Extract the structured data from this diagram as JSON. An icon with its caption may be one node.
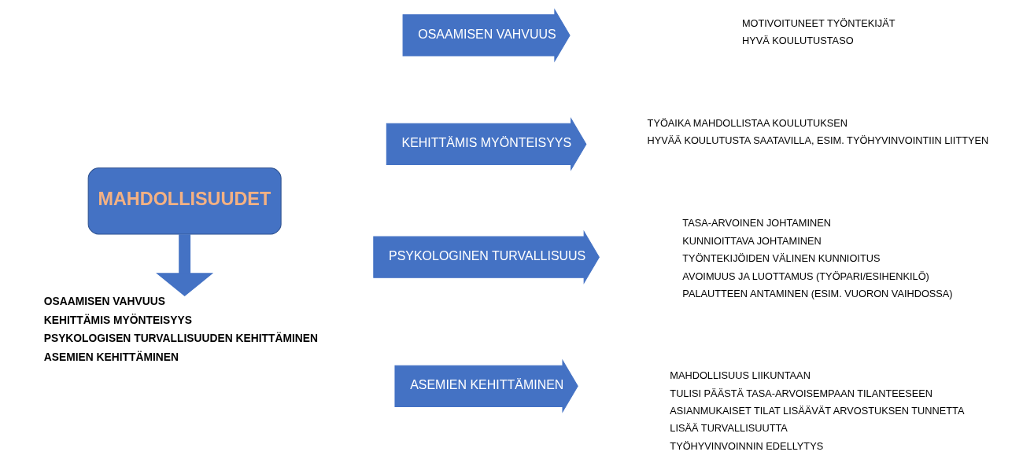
{
  "diagram": {
    "nodes": [
      {
        "text": [
          "MAHDOLLISUUDET"
        ]
      },
      {
        "text": [
          "OSAAMISEN VAHVUUS",
          "KEHITTÄMIS MYÖNTEISYYS",
          "PSYKOLOGISEN TURVALLISUUDEN KEHITTÄMINEN",
          "ASEMIEN KEHITTÄMINEN"
        ]
      },
      {
        "text": [
          "OSAAMISEN VAHVUUS"
        ],
        "beside": [
          "MOTIVOITUNEET TYÖNTEKIJÄT",
          "HYVÄ KOULUTUSTASO"
        ]
      },
      {
        "text": [
          "KEHITTÄMIS MYÖNTEISYYS"
        ],
        "beside": [
          "TYÖAIKA MAHDOLLISTAA KOULUTUKSEN",
          "HYVÄÄ KOULUTUSTA SAATAVILLA, ESIM. TYÖHYVINVOINTIIN LIITTYEN"
        ]
      },
      {
        "text": [
          "PSYKOLOGINEN TURVALLISUUS"
        ],
        "beside": [
          "TASA-ARVOINEN JOHTAMINEN",
          "KUNNIOITTAVA JOHTAMINEN",
          "TYÖNTEKIJÖIDEN VÄLINEN KUNNIOITUS",
          "AVOIMUUS JA LUOTTAMUS (TYÖPARI/ESIHENKILÖ)",
          "PALAUTTEEN ANTAMINEN (ESIM. VUORON VAIHDOSSA)"
        ]
      },
      {
        "text": [
          "ASEMIEN KEHITTÄMINEN"
        ],
        "beside": [
          "MAHDOLLISUUS LIIKUNTAAN",
          "TULISI PÄÄSTÄ TASA-ARVOISEMPAAN TILANTEESEEN",
          "ASIANMUKAISET TILAT LISÄÄVÄT ARVOSTUKSEN TUNNETTA",
          "LISÄÄ TURVALLISUUTTA",
          "TYÖHYVINVOINNIN EDELLYTYS"
        ]
      }
    ],
    "edges": [
      {
        "from": 0,
        "to": 1,
        "arrow": "to"
      }
    ]
  }
}
